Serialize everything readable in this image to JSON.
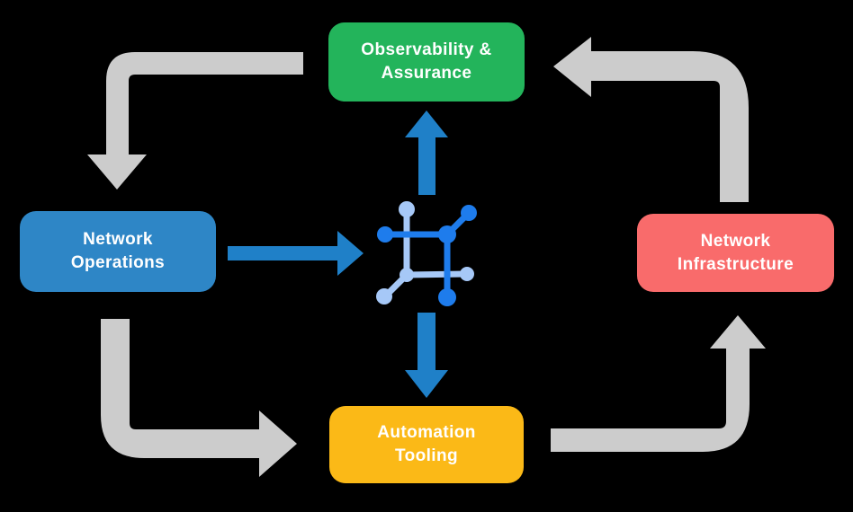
{
  "diagram": {
    "nodes": {
      "observability": {
        "line1": "Observability &",
        "line2": "Assurance",
        "color": "#23B45B"
      },
      "network_operations": {
        "line1": "Network",
        "line2": "Operations",
        "color": "#2E86C6"
      },
      "network_infrastructure": {
        "line1": "Network",
        "line2": "Infrastructure",
        "color": "#F96B6B"
      },
      "automation_tooling": {
        "line1": "Automation",
        "line2": "Tooling",
        "color": "#FBB917"
      }
    },
    "colors": {
      "background": "#000000",
      "cycle_arrow_gray": "#CCCCCC",
      "flow_arrow_blue": "#1F80C8",
      "icon_dark_blue": "#1E7CEC",
      "icon_light_blue": "#A6C8F7",
      "label_text": "#FFFFFF"
    },
    "icons": {
      "center": "network-mesh-icon"
    }
  }
}
